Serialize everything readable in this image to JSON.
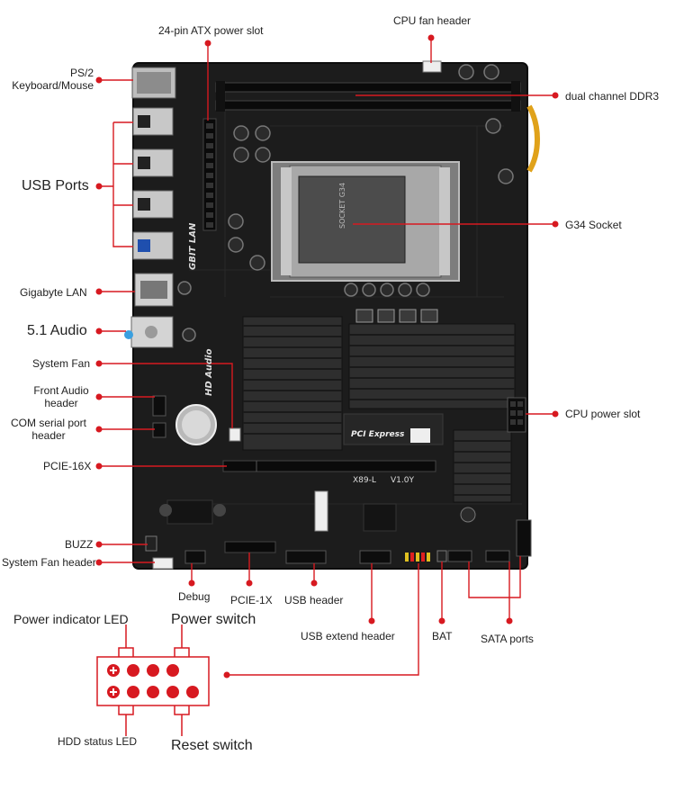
{
  "labels": {
    "atx_power": "24-pin ATX power slot",
    "cpu_fan": "CPU fan header",
    "ps2": "PS/2\nKeyboard/Mouse",
    "ddr3": "dual channel DDR3",
    "usb_ports": "USB Ports",
    "g34": "G34 Socket",
    "lan": "Gigabyte LAN",
    "audio": "5.1 Audio",
    "sys_fan": "System Fan",
    "front_audio": "Front Audio\nheader",
    "com": "COM serial port\nheader",
    "cpu_power": "CPU power slot",
    "pcie16": "PCIE-16X",
    "buzz": "BUZZ",
    "sys_fan_header": "System Fan header",
    "debug": "Debug",
    "pcie1": "PCIE-1X",
    "usb_header": "USB header",
    "usb_extend": "USB extend header",
    "bat": "BAT",
    "sata": "SATA ports",
    "power_led": "Power indicator LED",
    "power_switch": "Power switch",
    "hdd_led": "HDD status LED",
    "reset_switch": "Reset switch"
  },
  "board_text": {
    "lan_silk": "GBIT LAN",
    "audio_silk": "HD Audio",
    "model": "X89-L",
    "version": "V1.0Y",
    "pci_express": "PCI Express",
    "socket": "SOCKET G34"
  },
  "colors": {
    "accent": "#d71920",
    "pcb": "#1c1c1c",
    "heatsink": "#2e2e2e",
    "socket": "#9a9a9a"
  }
}
